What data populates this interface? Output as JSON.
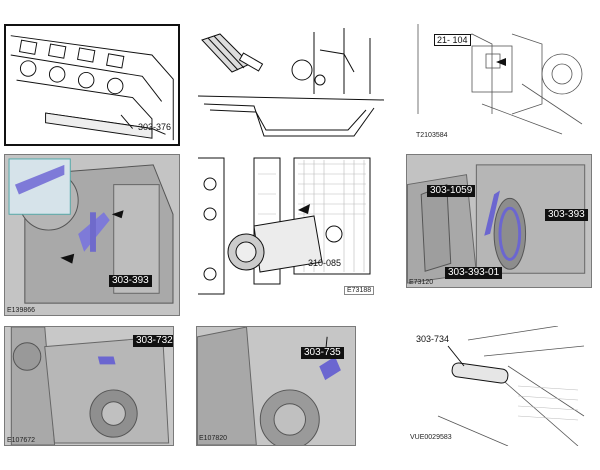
{
  "panels": [
    {
      "label": "303-376",
      "code": ""
    },
    {
      "label": "",
      "code": ""
    },
    {
      "label": "21- 104",
      "code": "T2103584"
    },
    {
      "label": "303-393",
      "code": "E139866"
    },
    {
      "label": "310-085",
      "code": "E73188"
    },
    {
      "labels": [
        "303-1059",
        "303-393",
        "303-393-01"
      ],
      "code": "E73120"
    },
    {
      "label": "303-732",
      "code": "E107672"
    },
    {
      "label": "303-735",
      "code": "E107820"
    },
    {
      "label": "303-734",
      "code": "VUE0029583"
    }
  ]
}
